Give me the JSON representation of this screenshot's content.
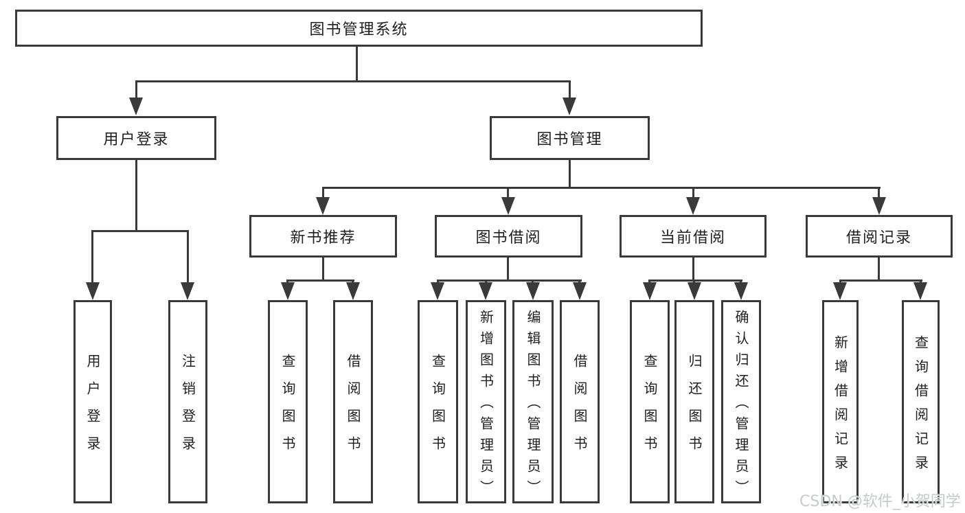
{
  "diagram": {
    "root": {
      "label": "图书管理系统"
    },
    "level2": {
      "user_login": {
        "label": "用户登录"
      },
      "book_mgmt": {
        "label": "图书管理"
      }
    },
    "level3": {
      "new_books": {
        "label": "新书推荐"
      },
      "book_borrow": {
        "label": "图书借阅"
      },
      "current_borrow": {
        "label": "当前借阅"
      },
      "borrow_records": {
        "label": "借阅记录"
      }
    },
    "leaves": {
      "user_login": [
        "用户登录",
        "注销登录"
      ],
      "new_books": [
        "查询图书",
        "借阅图书"
      ],
      "book_borrow": [
        "查询图书",
        "新增图书（管理员）",
        "编辑图书（管理员）",
        "借阅图书"
      ],
      "current_borrow": [
        "查询图书",
        "归还图书",
        "确认归还（管理员）"
      ],
      "borrow_records": [
        "新增借阅记录",
        "查询借阅记录"
      ]
    },
    "colors": {
      "line": "#3a3a3a",
      "text": "#1f1f1f",
      "background": "#ffffff",
      "watermark": "#c6cacd"
    }
  },
  "watermark": {
    "text": "CSDN @软件_小贺同学"
  }
}
